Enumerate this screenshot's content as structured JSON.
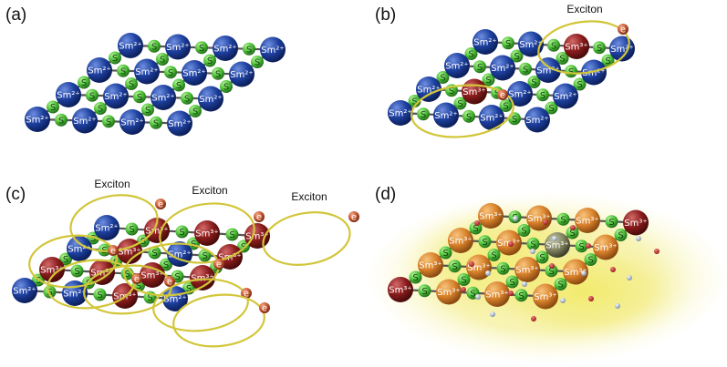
{
  "panels": [
    {
      "id": "a",
      "label": "(a)",
      "exciton_labels": []
    },
    {
      "id": "b",
      "label": "(b)",
      "exciton_labels": [
        "Exciton"
      ]
    },
    {
      "id": "c",
      "label": "(c)",
      "exciton_labels": [
        "Exciton",
        "Exciton",
        "Exciton"
      ]
    },
    {
      "id": "d",
      "label": "(d)",
      "exciton_labels": []
    }
  ],
  "species": {
    "sm2": {
      "label": "Sm²⁺",
      "color": "#1d3f9e"
    },
    "sm3": {
      "label": "Sm³⁺",
      "color": "#8a1c1c"
    },
    "s": {
      "label": "S",
      "color": "#4fc23a"
    },
    "electron": {
      "label": "e",
      "color": "#c2552e"
    },
    "ring": {
      "color": "#d9cf45"
    },
    "glow": {
      "color": "#f2ea6a"
    }
  }
}
